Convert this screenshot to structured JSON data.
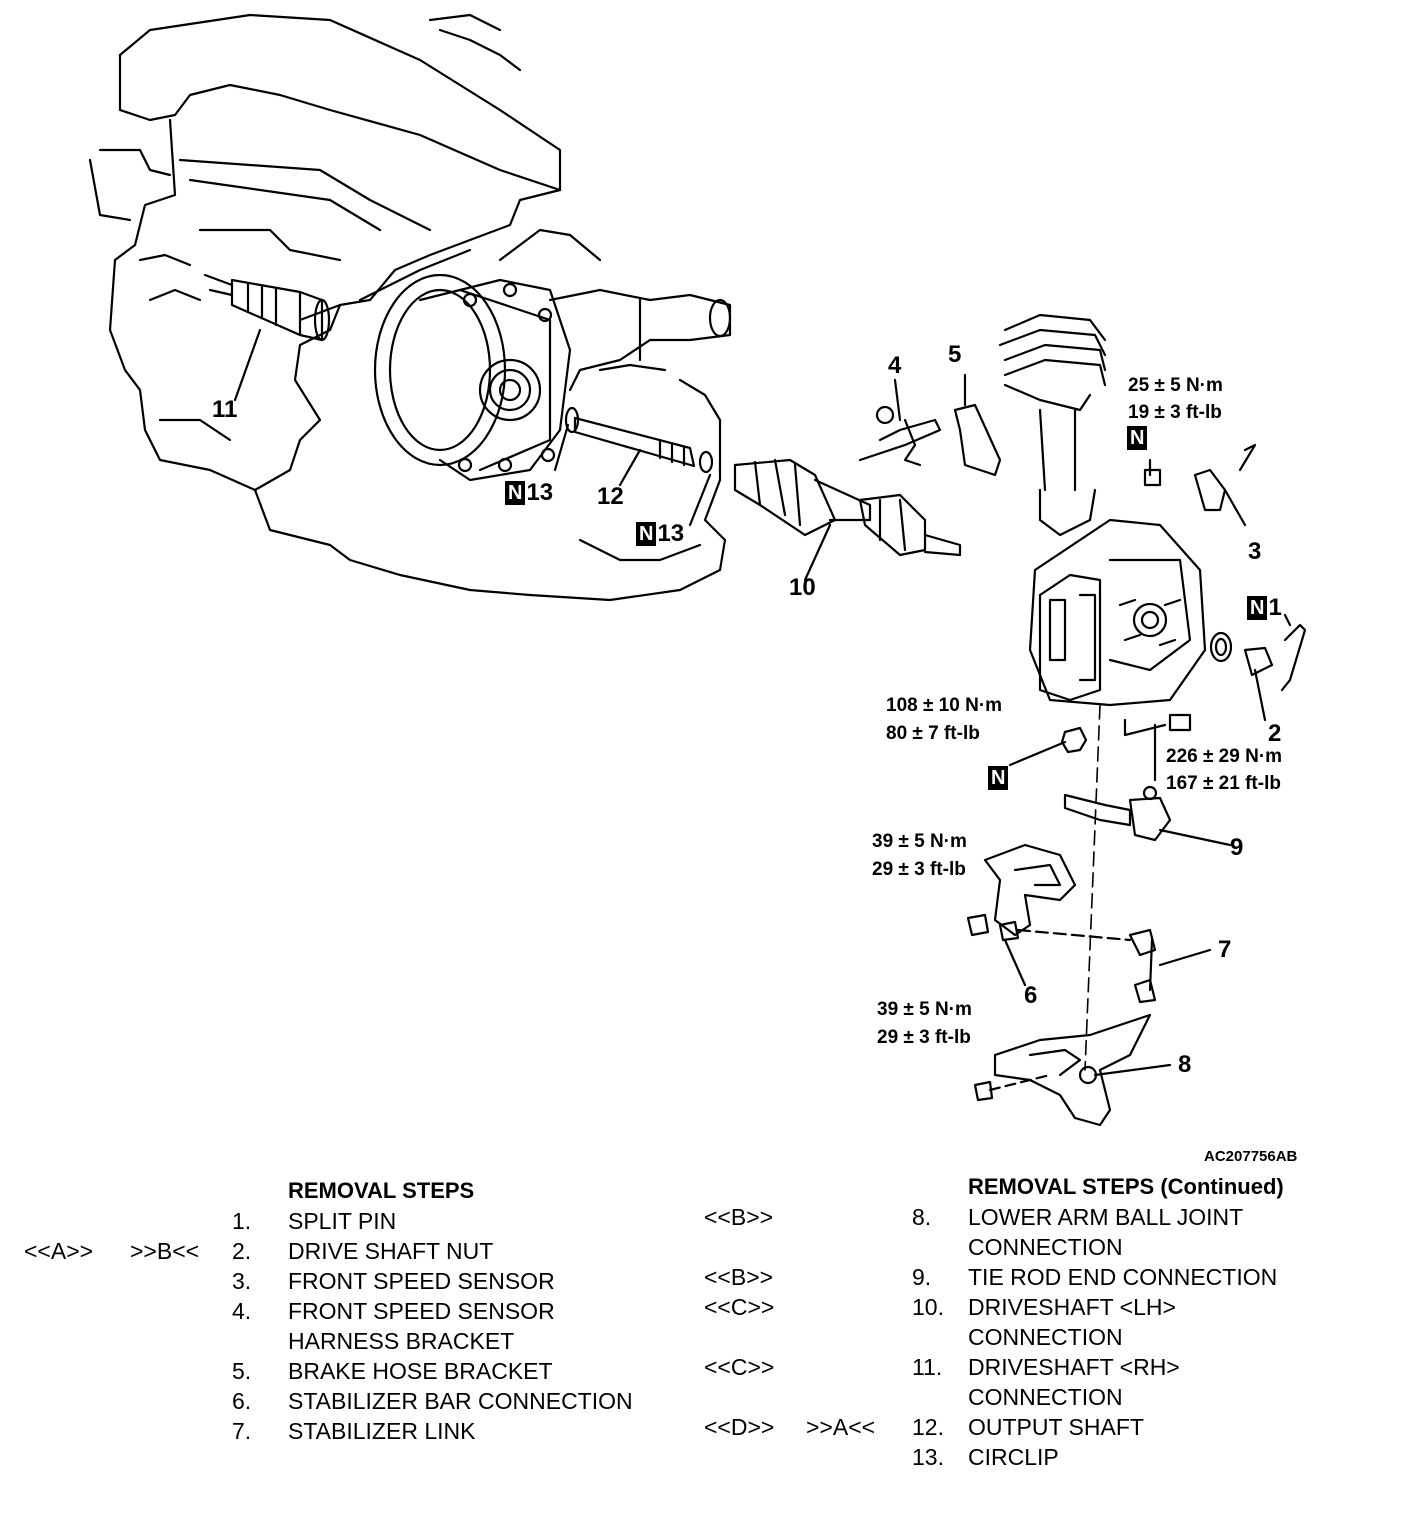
{
  "callouts": {
    "c1": "1",
    "c2": "2",
    "c3": "3",
    "c4": "4",
    "c5": "5",
    "c6": "6",
    "c7": "7",
    "c8": "8",
    "c9": "9",
    "c10": "10",
    "c11": "11",
    "c12": "12",
    "c13a": "13",
    "c13b": "13",
    "n_mark": "N"
  },
  "torques": {
    "t_top_nm": "25 ± 5 N·m",
    "t_top_ft": "19 ± 3 ft-lb",
    "t_108_nm": "108 ± 10 N·m",
    "t_108_ft": "80 ± 7 ft-lb",
    "t_226_nm": "226 ± 29 N·m",
    "t_226_ft": "167 ± 21 ft-lb",
    "t_stab_nm": "39 ± 5 N·m",
    "t_stab_ft": "29 ± 3 ft-lb",
    "t_arm_nm": "39 ± 5 N·m",
    "t_arm_ft": "29 ± 3 ft-lb"
  },
  "figure_code": "AC207756AB",
  "removal_steps": {
    "title_left": "REMOVAL STEPS",
    "title_right": "REMOVAL STEPS (Continued)",
    "left": [
      {
        "num": "1.",
        "label": "SPLIT PIN",
        "ref1": "",
        "ref2": ""
      },
      {
        "num": "2.",
        "label": "DRIVE SHAFT NUT",
        "ref1": "<<A>>",
        "ref2": ">>B<<"
      },
      {
        "num": "3.",
        "label": "FRONT SPEED SENSOR",
        "ref1": "",
        "ref2": ""
      },
      {
        "num": "4.",
        "label": "FRONT SPEED SENSOR",
        "ref1": "",
        "ref2": ""
      },
      {
        "num": "",
        "label": "HARNESS BRACKET",
        "ref1": "",
        "ref2": ""
      },
      {
        "num": "5.",
        "label": "BRAKE HOSE BRACKET",
        "ref1": "",
        "ref2": ""
      },
      {
        "num": "6.",
        "label": "STABILIZER BAR CONNECTION",
        "ref1": "",
        "ref2": ""
      },
      {
        "num": "7.",
        "label": "STABILIZER LINK",
        "ref1": "",
        "ref2": ""
      }
    ],
    "right": [
      {
        "num": "8.",
        "label": "LOWER ARM BALL JOINT",
        "ref1": "<<B>>",
        "ref2": ""
      },
      {
        "num": "",
        "label": "CONNECTION",
        "ref1": "",
        "ref2": ""
      },
      {
        "num": "9.",
        "label": "TIE ROD END CONNECTION",
        "ref1": "<<B>>",
        "ref2": ""
      },
      {
        "num": "10.",
        "label": "DRIVESHAFT <LH>",
        "ref1": "<<C>>",
        "ref2": ""
      },
      {
        "num": "",
        "label": "CONNECTION",
        "ref1": "",
        "ref2": ""
      },
      {
        "num": "11.",
        "label": "DRIVESHAFT <RH>",
        "ref1": "<<C>>",
        "ref2": ""
      },
      {
        "num": "",
        "label": "CONNECTION",
        "ref1": "",
        "ref2": ""
      },
      {
        "num": "12.",
        "label": "OUTPUT SHAFT",
        "ref1": "<<D>>",
        "ref2": ">>A<<"
      },
      {
        "num": "13.",
        "label": "CIRCLIP",
        "ref1": "",
        "ref2": ""
      }
    ]
  }
}
